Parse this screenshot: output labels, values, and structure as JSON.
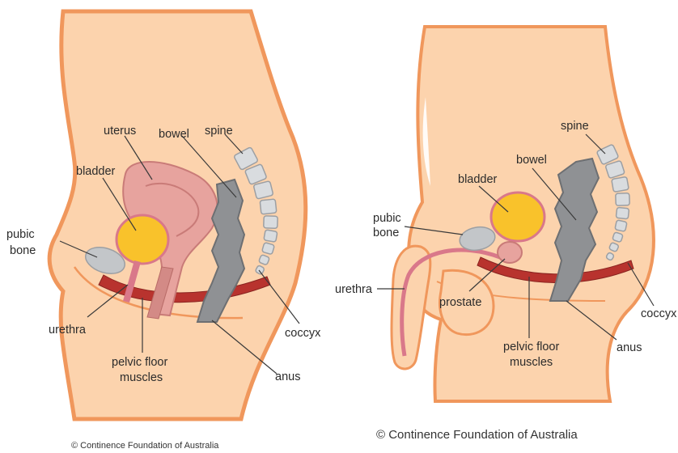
{
  "female": {
    "labels": {
      "uterus": "uterus",
      "bowel": "bowel",
      "spine": "spine",
      "bladder": "bladder",
      "pubic_bone_line1": "pubic",
      "pubic_bone_line2": "bone",
      "urethra": "urethra",
      "pelvic_floor_line1": "pelvic floor",
      "pelvic_floor_line2": "muscles",
      "coccyx": "coccyx",
      "anus": "anus"
    },
    "copyright": "© Continence Foundation of Australia"
  },
  "male": {
    "labels": {
      "spine": "spine",
      "bowel": "bowel",
      "bladder": "bladder",
      "pubic_bone_line1": "pubic",
      "pubic_bone_line2": "bone",
      "urethra": "urethra",
      "prostate": "prostate",
      "pelvic_floor_line1": "pelvic floor",
      "pelvic_floor_line2": "muscles",
      "coccyx": "coccyx",
      "anus": "anus"
    },
    "copyright": "© Continence Foundation of Australia"
  },
  "colors": {
    "skin": "#fcd3ad",
    "skin_outline": "#f0975c",
    "bladder": "#f9c22b",
    "bladder_outline": "#d9788a",
    "uterus": "#e7a39e",
    "muscle": "#b8332e",
    "bone": "#c3c6c9",
    "bowel": "#8f9194"
  }
}
